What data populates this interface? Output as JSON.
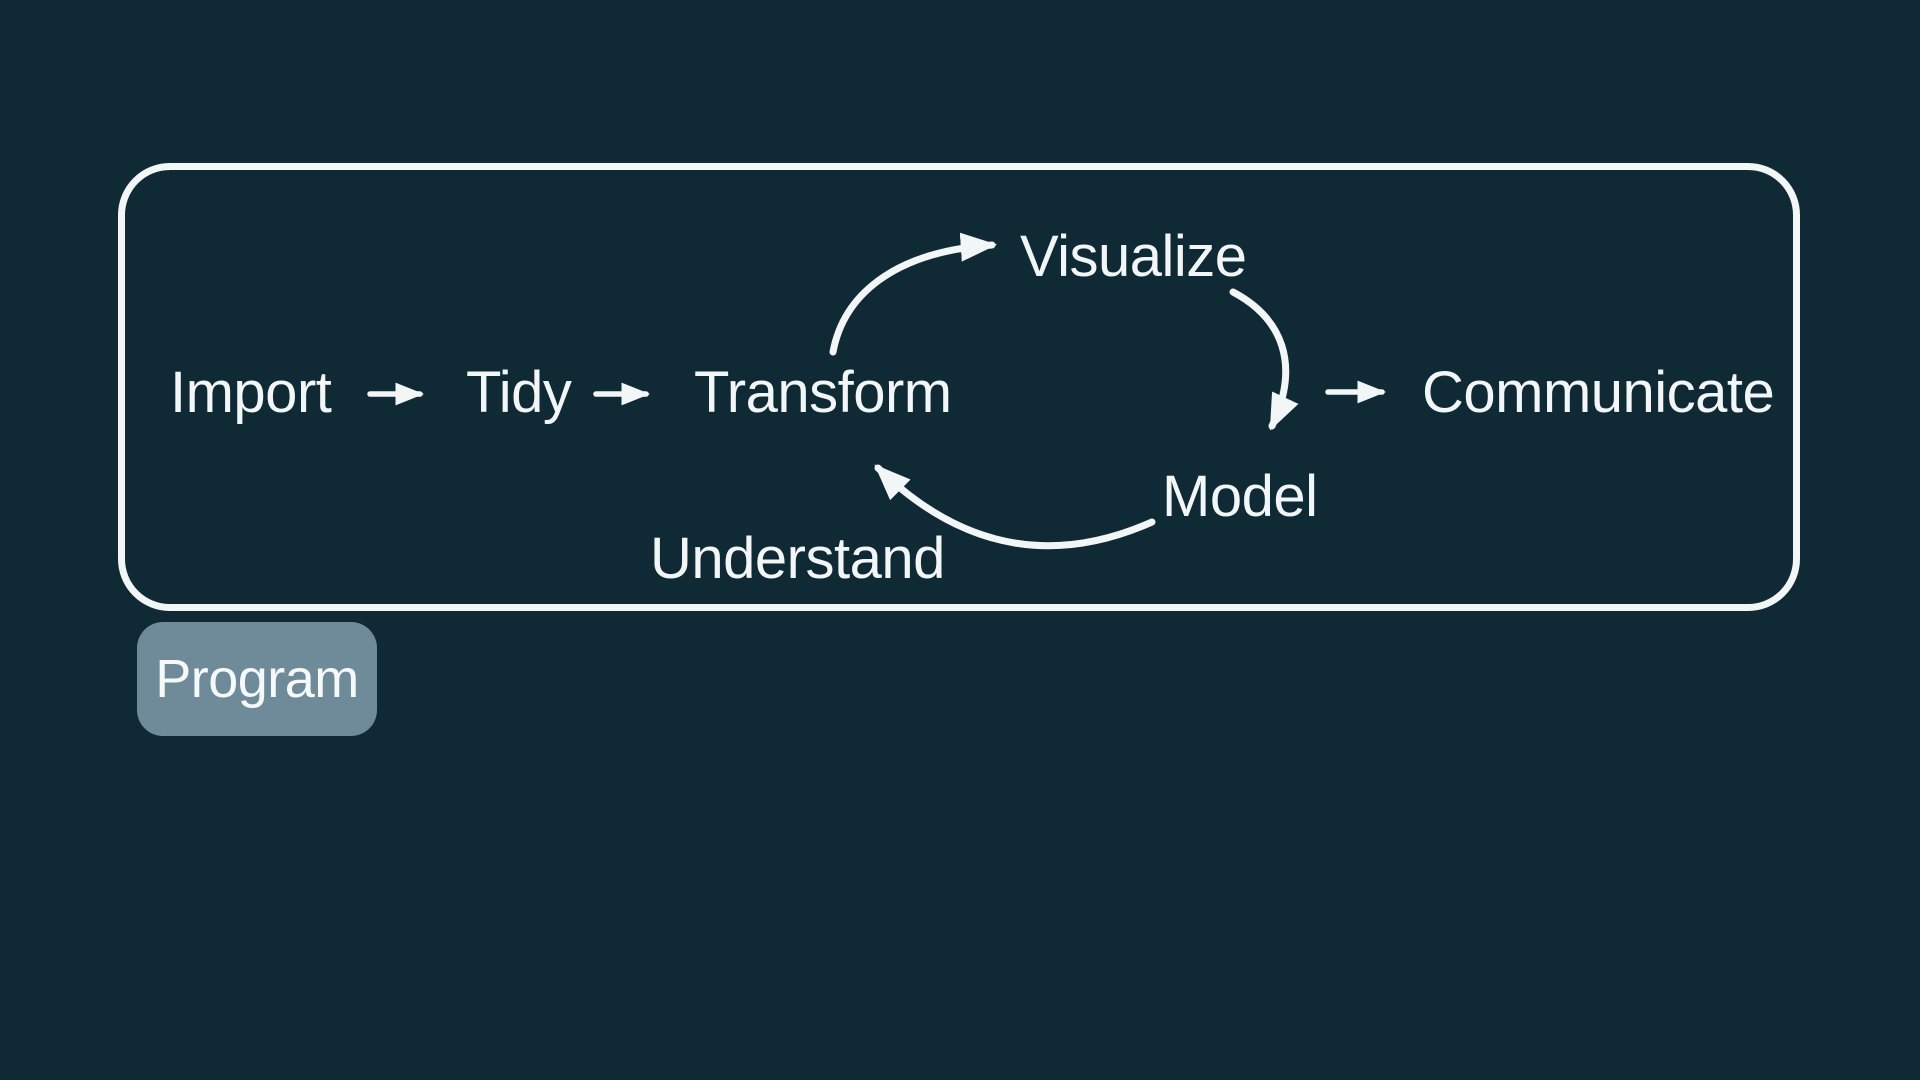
{
  "colors": {
    "background": "#0f2a35",
    "foreground": "#f3f6f7",
    "program_fill": "#6f8b9a",
    "program_text": "#f6f9fa"
  },
  "diagram": {
    "nodes": {
      "import": "Import",
      "tidy": "Tidy",
      "transform": "Transform",
      "visualize": "Visualize",
      "model": "Model",
      "communicate": "Communicate"
    },
    "cycle_label": "Understand",
    "program_tab": {
      "label": "Program"
    },
    "edges": [
      {
        "from": "Import",
        "to": "Tidy",
        "style": "straight"
      },
      {
        "from": "Tidy",
        "to": "Transform",
        "style": "straight"
      },
      {
        "from": "Transform",
        "to": "Visualize",
        "style": "curved"
      },
      {
        "from": "Visualize",
        "to": "Model",
        "style": "curved"
      },
      {
        "from": "Model",
        "to": "Transform",
        "style": "curved"
      },
      {
        "from": "Model",
        "to": "Communicate",
        "style": "straight"
      }
    ]
  }
}
